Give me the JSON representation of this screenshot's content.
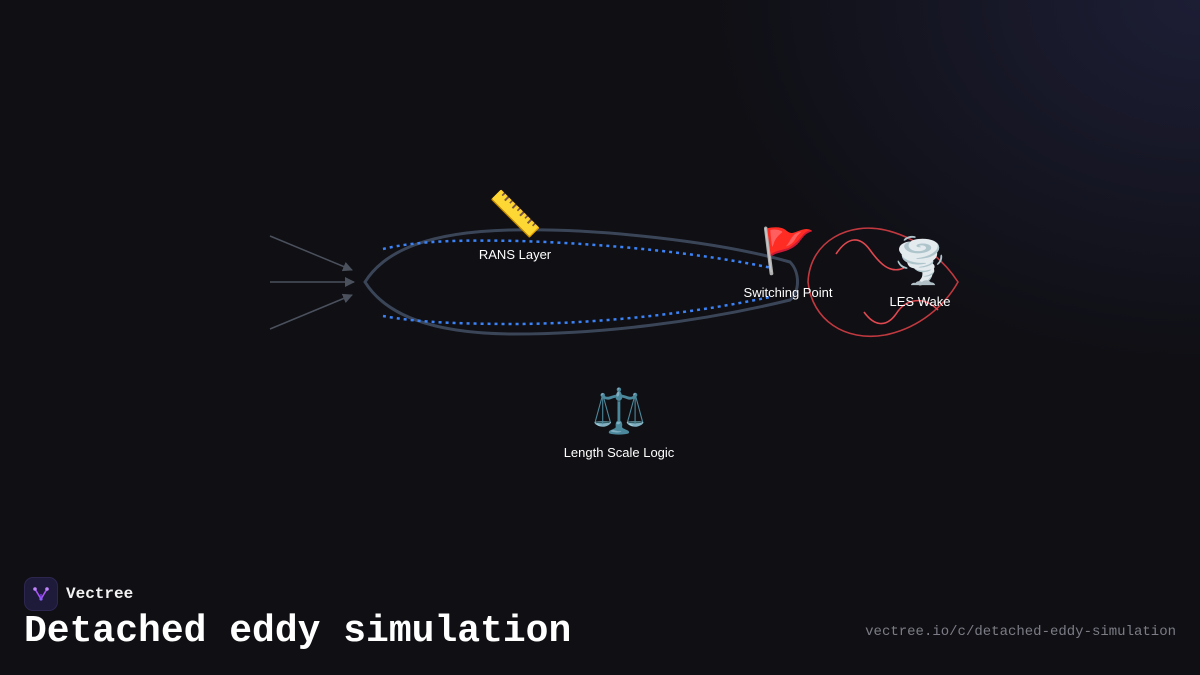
{
  "nodes": {
    "rans_layer": {
      "label": "RANS Layer",
      "emoji": "📏",
      "icon": "ruler-icon"
    },
    "switching_point": {
      "label": "Switching Point",
      "emoji": "🚩",
      "icon": "flag-icon"
    },
    "les_wake": {
      "label": "LES Wake",
      "emoji": "🌪️",
      "icon": "tornado-icon"
    },
    "length_scale": {
      "label": "Length Scale Logic",
      "emoji": "⚖️",
      "icon": "scales-icon"
    }
  },
  "brand": {
    "name": "Vectree"
  },
  "footer": {
    "title": "Detached eddy simulation",
    "url": "vectree.io/c/detached-eddy-simulation"
  },
  "colors": {
    "background": "#0f0f14",
    "airfoil_outline": "#3a4558",
    "boundary_layer": "#3b82f6",
    "wake": "#e0484f",
    "inflow_arrows": "#4a505c"
  }
}
